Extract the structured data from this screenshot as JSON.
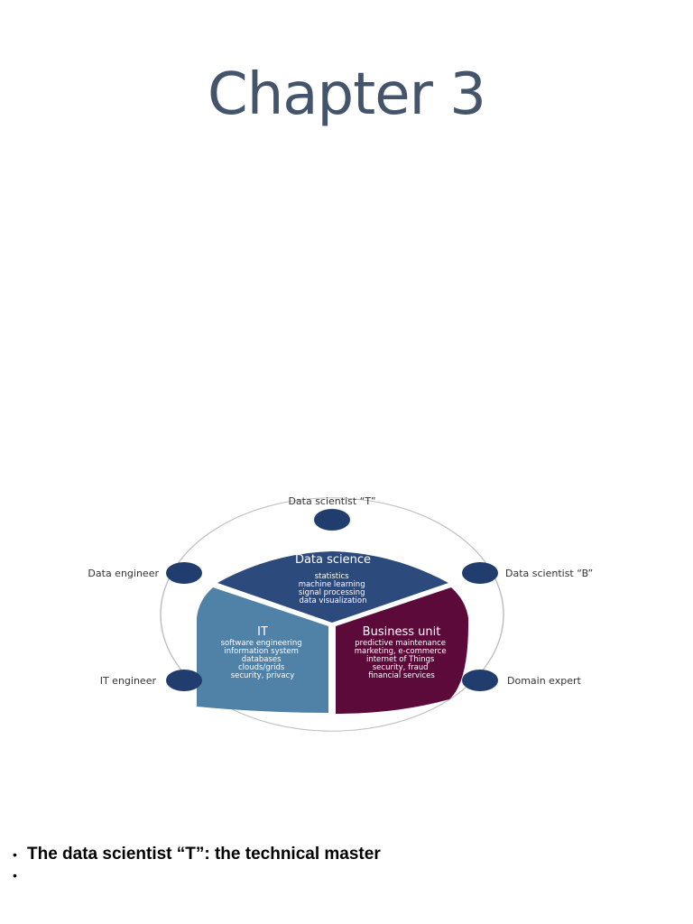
{
  "title": "Chapter 3",
  "diagram": {
    "segments": {
      "data_science": {
        "heading": "Data science",
        "items": [
          "statistics",
          "machine learning",
          "signal processing",
          "data visualization"
        ],
        "color": "#2c4a7c"
      },
      "it": {
        "heading": "IT",
        "items": [
          "software engineering",
          "information system",
          "databases",
          "clouds/grids",
          "security, privacy"
        ],
        "color": "#5081a6"
      },
      "business": {
        "heading": "Business unit",
        "items": [
          "predictive maintenance",
          "marketing, e-commerce",
          "internet of Things",
          "security, fraud",
          "financial services"
        ],
        "color": "#5c0a3a"
      }
    },
    "roles": {
      "top": "Data scientist “T”",
      "top_left": "Data engineer",
      "top_right": "Data scientist “B”",
      "bottom_left": "IT engineer",
      "bottom_right": "Domain expert"
    },
    "node_color": "#203d6e",
    "ring_color": "#bfbfbf"
  },
  "bullets": [
    "The data scientist “T”: the technical master",
    ""
  ]
}
